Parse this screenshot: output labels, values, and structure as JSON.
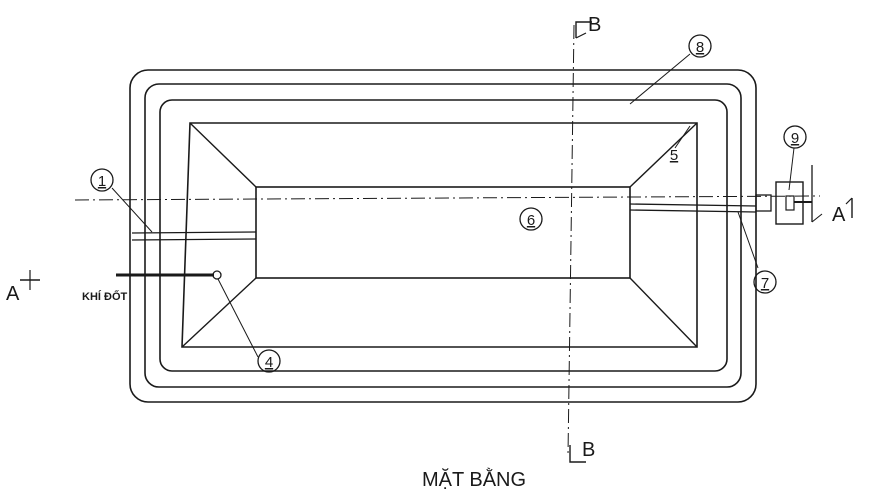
{
  "drawing": {
    "title": "MẶT BẰNG",
    "section_a_left": "A",
    "section_a_right": "A",
    "section_b_top": "B",
    "section_b_bottom": "B",
    "gas_label": "KHÍ ĐỐT",
    "callouts": [
      {
        "id": "1"
      },
      {
        "id": "4"
      },
      {
        "id": "5"
      },
      {
        "id": "6"
      },
      {
        "id": "7"
      },
      {
        "id": "8"
      },
      {
        "id": "9"
      }
    ]
  }
}
